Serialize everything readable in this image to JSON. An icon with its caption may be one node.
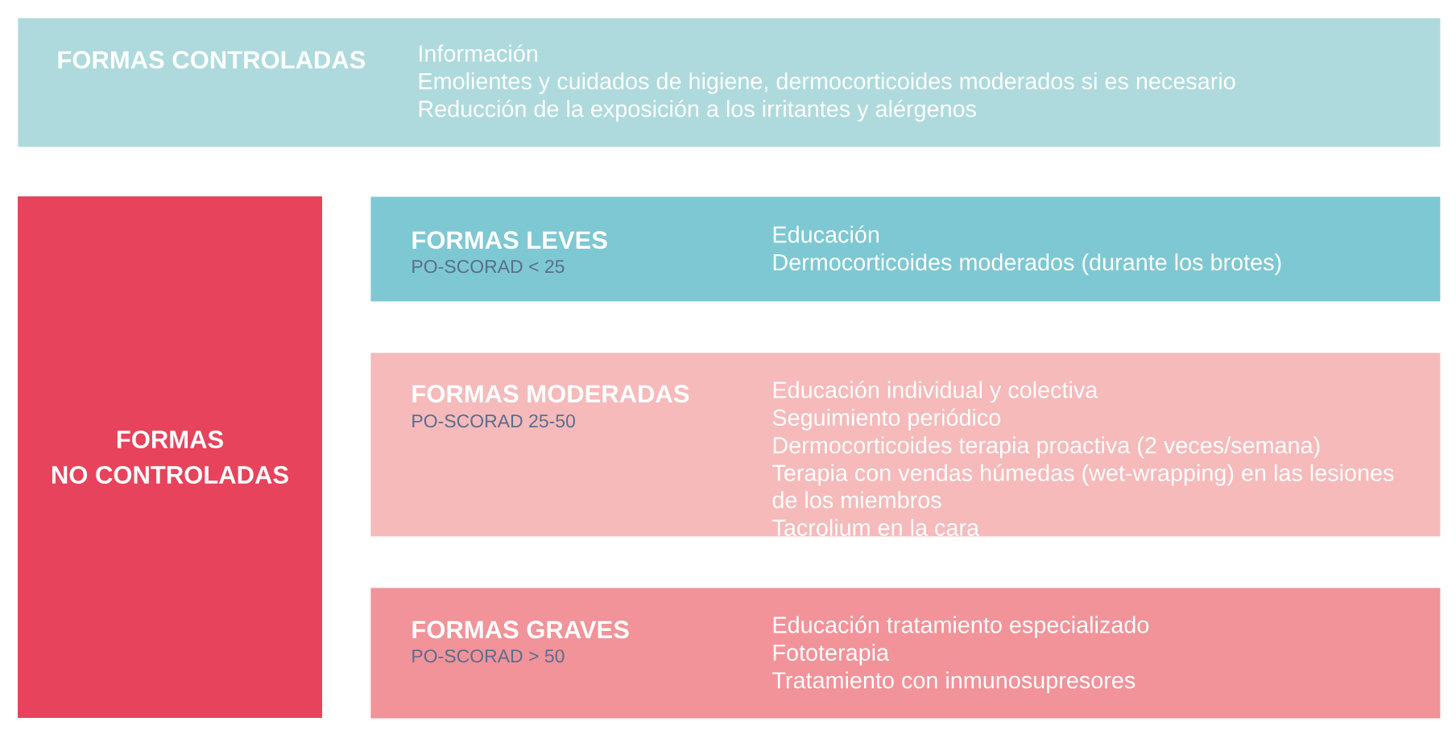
{
  "diagram": {
    "nodes": [
      {
        "text": [
          "FORMAS CONTROLADAS",
          "Información",
          "Emolientes y cuidados de higiene, dermocorticoides moderados si es necesario",
          "Reducción de la exposición a los irritantes y alérgenos"
        ]
      },
      {
        "text": [
          "FORMAS NO CONTROLADAS"
        ]
      },
      {
        "text": [
          "FORMAS LEVES",
          "PO-SCORAD < 25",
          "Educación",
          "Dermocorticoides moderados (durante los brotes)"
        ]
      },
      {
        "text": [
          "FORMAS MODERADAS",
          "PO-SCORAD 25-50",
          "Educación individual y colectiva",
          "Seguimiento periódico",
          "Dermocorticoides terapia proactiva (2 veces/semana)",
          "Terapia con vendas húmedas (wet-wrapping) en las lesiones de los miembros",
          "Tacrolium en la cara"
        ]
      },
      {
        "text": [
          "FORMAS GRAVES",
          "PO-SCORAD > 50",
          "Educación tratamiento especializado",
          "Fototerapia",
          "Tratamiento con inmunosupresores"
        ]
      }
    ]
  }
}
